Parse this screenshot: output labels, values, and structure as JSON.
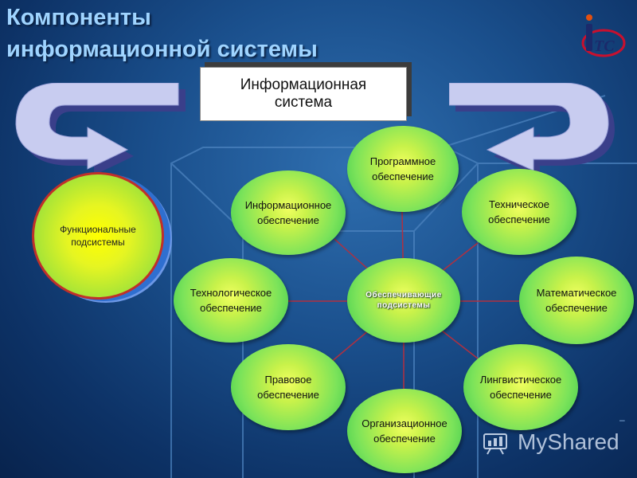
{
  "title": {
    "line1": "Компоненты",
    "line2": "информационной системы"
  },
  "logo": {
    "label": "ITC",
    "icon": "itc-logo"
  },
  "info_system_box": {
    "line1": "Информационная",
    "line2": "система"
  },
  "functional": {
    "line1": "Функциональные",
    "line2": "подсистемы"
  },
  "center": {
    "line1": "Обеспечивающие",
    "line2": "подсистемы"
  },
  "nodes": {
    "software": {
      "line1": "Программное",
      "line2": "обеспечение"
    },
    "info": {
      "line1": "Информационное",
      "line2": "обеспечение"
    },
    "technical": {
      "line1": "Техническое",
      "line2": "обеспечение"
    },
    "technological": {
      "line1": "Технологическое",
      "line2": "обеспечение"
    },
    "mathematical": {
      "line1": "Математическое",
      "line2": "обеспечение"
    },
    "legal": {
      "line1": "Правовое",
      "line2": "обеспечение"
    },
    "linguistic": {
      "line1": "Лингвистическое",
      "line2": "обеспечение"
    },
    "organizational": {
      "line1": "Организационное",
      "line2": "обеспечение"
    }
  },
  "watermark": {
    "text": "MyShared",
    "icon": "myshared-logo-icon"
  },
  "colors": {
    "background": "#1a4f8c",
    "title": "#9fd4ff",
    "node_green": "#7be35a",
    "node_yellow": "#f0ff60",
    "connector": "#b03040",
    "arrow_fill": "#c8ccf0",
    "functional_border": "#c0302a"
  }
}
